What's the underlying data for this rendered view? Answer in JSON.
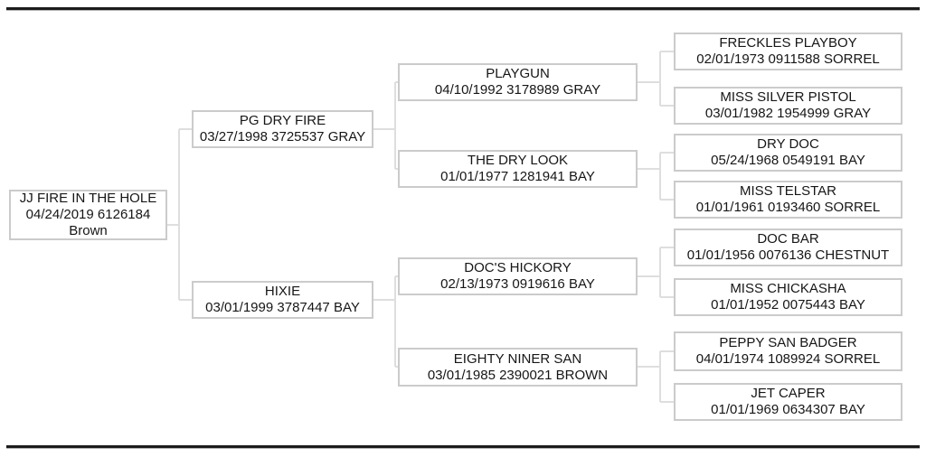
{
  "colors": {
    "background": "#ffffff",
    "rule": "#1c1c1c",
    "box_border": "#cbcbcb",
    "connector": "#dedede",
    "text": "#161616"
  },
  "pedigree": {
    "root": {
      "name": "JJ FIRE IN THE HOLE",
      "line2": "04/24/2019 6126184",
      "line3": "Brown"
    },
    "gen2": [
      {
        "name": "PG DRY FIRE",
        "line2": "03/27/1998 3725537 GRAY"
      },
      {
        "name": "HIXIE",
        "line2": "03/01/1999 3787447 BAY"
      }
    ],
    "gen3": [
      {
        "name": "PLAYGUN",
        "line2": "04/10/1992 3178989 GRAY"
      },
      {
        "name": "THE DRY LOOK",
        "line2": "01/01/1977 1281941 BAY"
      },
      {
        "name": "DOC'S HICKORY",
        "line2": "02/13/1973 0919616 BAY"
      },
      {
        "name": "EIGHTY NINER SAN",
        "line2": "03/01/1985 2390021 BROWN"
      }
    ],
    "gen4": [
      {
        "name": "FRECKLES PLAYBOY",
        "line2": "02/01/1973 0911588 SORREL"
      },
      {
        "name": "MISS SILVER PISTOL",
        "line2": "03/01/1982 1954999 GRAY"
      },
      {
        "name": "DRY DOC",
        "line2": "05/24/1968 0549191 BAY"
      },
      {
        "name": "MISS TELSTAR",
        "line2": "01/01/1961 0193460 SORREL"
      },
      {
        "name": "DOC BAR",
        "line2": "01/01/1956 0076136 CHESTNUT"
      },
      {
        "name": "MISS CHICKASHA",
        "line2": "01/01/1952 0075443 BAY"
      },
      {
        "name": "PEPPY SAN BADGER",
        "line2": "04/01/1974 1089924 SORREL"
      },
      {
        "name": "JET CAPER",
        "line2": "01/01/1969 0634307 BAY"
      }
    ]
  }
}
